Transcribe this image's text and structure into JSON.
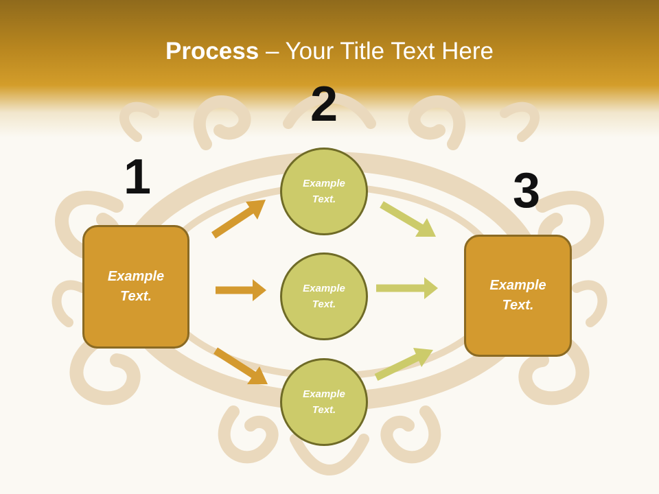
{
  "slide": {
    "title_bold": "Process",
    "title_rest": " – Your Title Text Here"
  },
  "steps": [
    {
      "number": "1",
      "label": "Example Text."
    },
    {
      "number": "2",
      "label": "Example Text."
    },
    {
      "number": "3",
      "label": "Example Text."
    }
  ],
  "circles": [
    {
      "label": "Example Text."
    },
    {
      "label": "Example Text."
    },
    {
      "label": "Example Text."
    }
  ],
  "colors": {
    "header_gold": "#c8932a",
    "box_fill": "#d39a2f",
    "box_border": "#8a6a23",
    "circle_fill": "#cccb6a",
    "circle_border": "#6f6b27",
    "arrow_left": "#d49a2f",
    "arrow_right": "#cccb6a",
    "ornament": "#ead9bd"
  }
}
